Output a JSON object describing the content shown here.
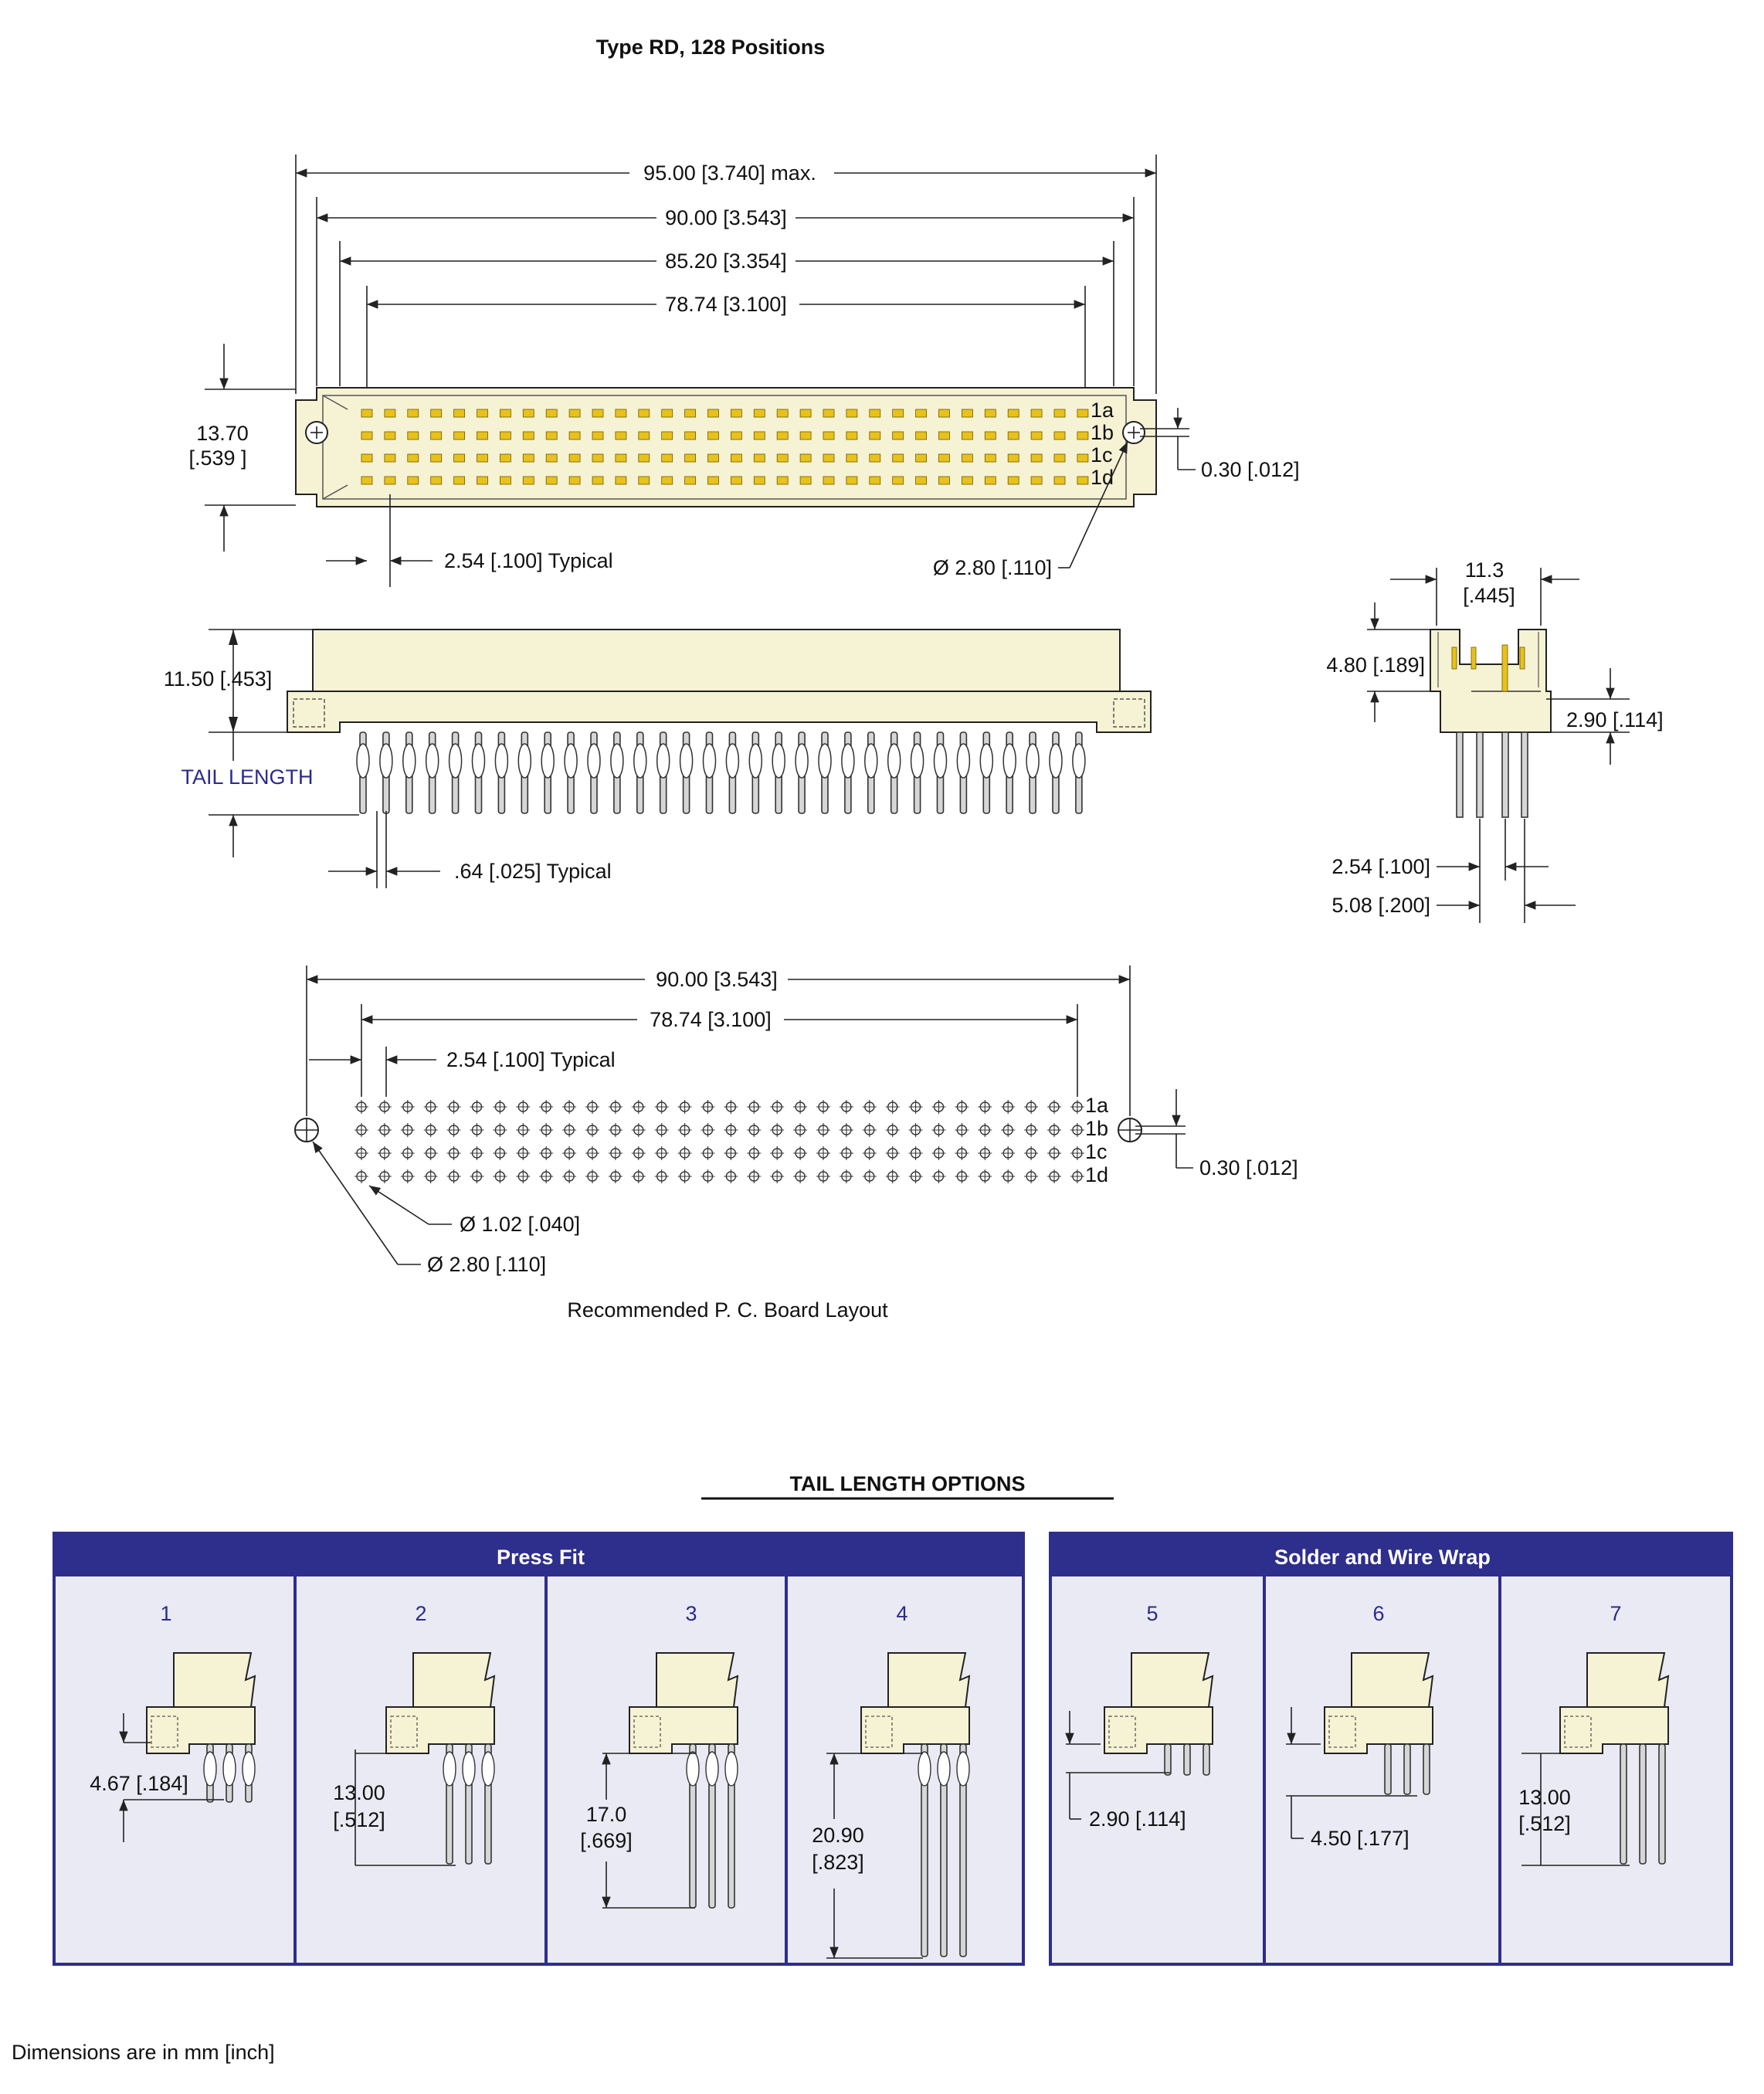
{
  "title": "Type RD, 128 Positions",
  "top_view": {
    "dim_overall": "95.00 [3.740] max.",
    "dim_mount": "90.00 [3.543]",
    "dim_body": "85.20 [3.354]",
    "dim_pins": "78.74 [3.100]",
    "height_mm": "13.70",
    "height_in": "[.539 ]",
    "pitch": "2.54 [.100] Typical",
    "hole": "Ø 2.80 [.110]",
    "tolerance": "0.30 [.012]",
    "row_labels": [
      "1a",
      "1b",
      "1c",
      "1d"
    ]
  },
  "side_view": {
    "height": "11.50 [.453]",
    "tail_length": "TAIL LENGTH",
    "tail_width": ".64 [.025] Typical"
  },
  "end_view": {
    "width_mm": "11.3",
    "width_in": "[.445]",
    "height": "4.80 [.189]",
    "offset": "2.90 [.114]",
    "spacing1": "2.54 [.100]",
    "spacing2": "5.08 [.200]"
  },
  "pcb_layout": {
    "dim_mount": "90.00 [3.543]",
    "dim_pins": "78.74 [3.100]",
    "pitch": "2.54 [.100] Typical",
    "hole_small": "Ø 1.02 [.040]",
    "hole_large": "Ø 2.80 [.110]",
    "tolerance": "0.30 [.012]",
    "caption": "Recommended P. C. Board Layout",
    "row_labels": [
      "1a",
      "1b",
      "1c",
      "1d"
    ]
  },
  "tail_options": {
    "title": "TAIL LENGTH OPTIONS",
    "press_fit": {
      "label": "Press Fit",
      "options": [
        {
          "num": "1",
          "dim_mm": "4.67 [.184]",
          "dim_in": ""
        },
        {
          "num": "2",
          "dim_mm": "13.00",
          "dim_in": "[.512]"
        },
        {
          "num": "3",
          "dim_mm": "17.0",
          "dim_in": "[.669]"
        },
        {
          "num": "4",
          "dim_mm": "20.90",
          "dim_in": "[.823]"
        }
      ]
    },
    "solder": {
      "label": "Solder and Wire Wrap",
      "options": [
        {
          "num": "5",
          "dim_mm": "2.90 [.114]",
          "dim_in": ""
        },
        {
          "num": "6",
          "dim_mm": "4.50 [.177]",
          "dim_in": ""
        },
        {
          "num": "7",
          "dim_mm": "13.00",
          "dim_in": "[.512]"
        }
      ]
    }
  },
  "footer": "Dimensions are in mm [inch]",
  "colors": {
    "body": "#f6f2d4",
    "pin": "#e8c21a",
    "header": "#2e2e8c",
    "panel": "#eaeaf5",
    "label_blue": "#2a2a8e"
  }
}
